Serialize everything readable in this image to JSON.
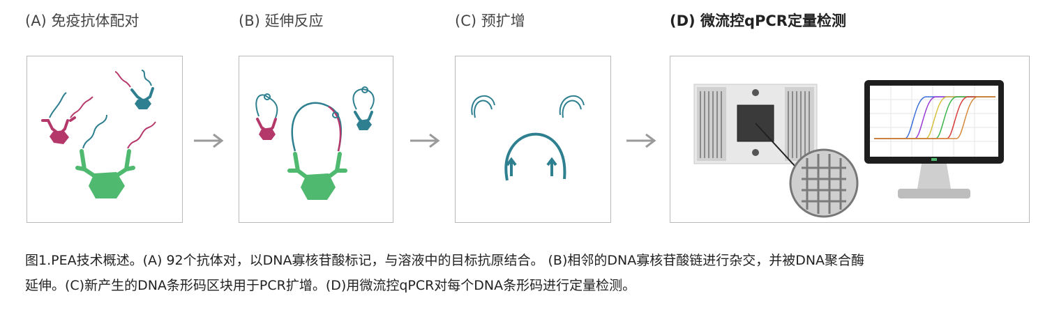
{
  "panels": [
    {
      "label": "(A) 免疫抗体配对"
    },
    {
      "label": "(B) 延伸反应"
    },
    {
      "label": "(C) 预扩增"
    },
    {
      "label": "(D) 微流控qPCR定量检测"
    }
  ],
  "caption": {
    "line1": "图1.PEA技术概述。(A) 92个抗体对，以DNA寡核苷酸标记，与溶液中的目标抗原结合。 (B)相邻的DNA寡核苷酸链进行杂交，并被DNA聚合酶",
    "line2": "延伸。(C)新产生的DNA条形码区块用于PCR扩增。(D)用微流控qPCR对每个DNA条形码进行定量检测。"
  },
  "colors": {
    "green_antibody": "#4fba6f",
    "magenta_antibody": "#b4386a",
    "teal_antibody": "#2e7f8f",
    "arrow_gray": "#9a9a9a",
    "box_border": "#b9b9b9"
  }
}
